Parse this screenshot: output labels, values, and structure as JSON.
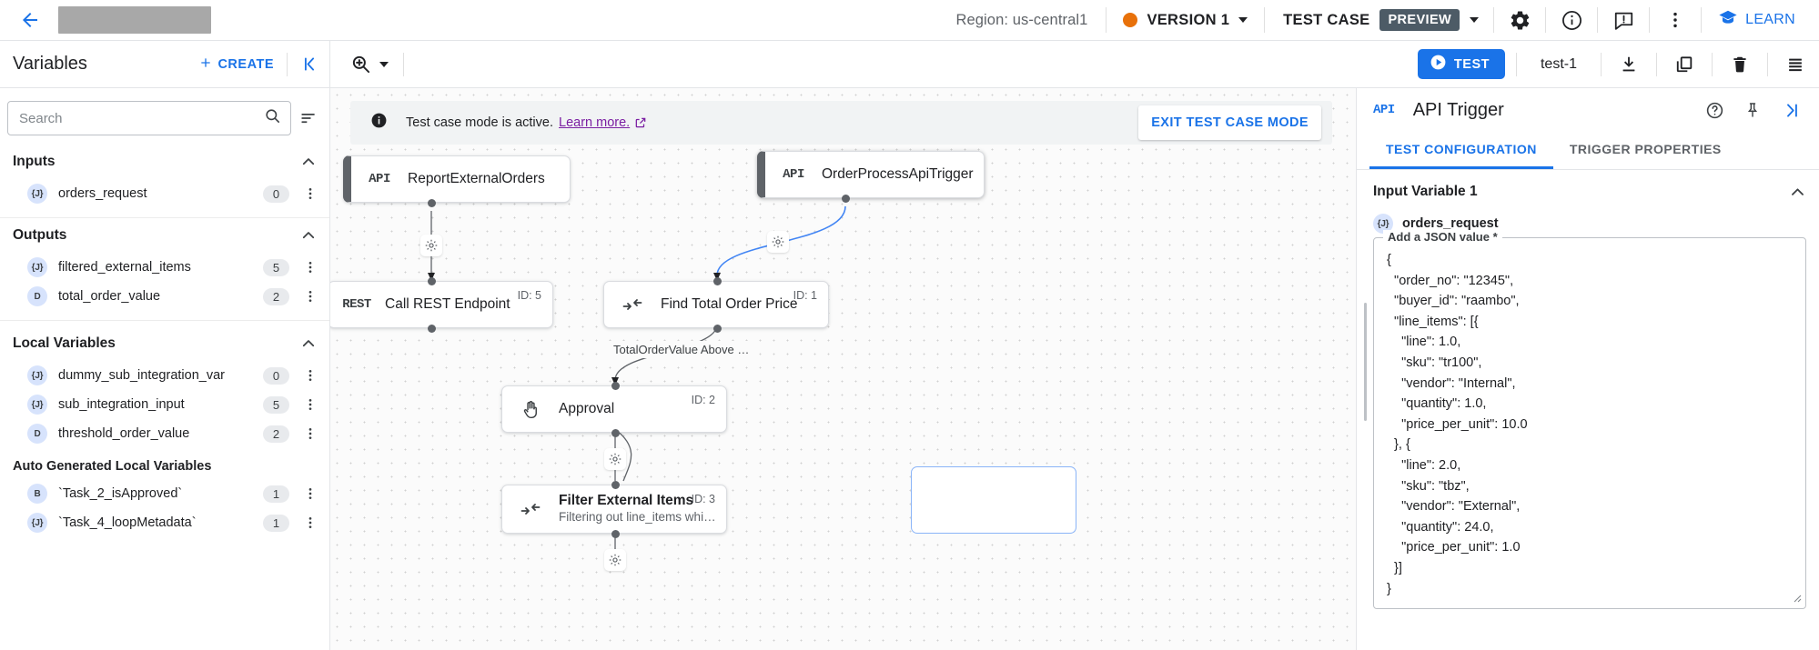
{
  "header": {
    "back_icon": "arrow-left-icon",
    "region": "Region: us-central1",
    "version_label": "VERSION 1",
    "version_color": "#e8710a",
    "test_case_label": "TEST CASE",
    "preview_badge": "PREVIEW",
    "icons": [
      "gear-icon",
      "info-icon",
      "feedback-icon",
      "more-vert-icon"
    ],
    "learn_label": "LEARN",
    "accent_color": "#1a73e8"
  },
  "variables_panel": {
    "title": "Variables",
    "create_label": "CREATE",
    "collapse_icon": "collapse-left-icon",
    "search_placeholder": "Search",
    "search_value": "",
    "sections": [
      {
        "title": "Inputs",
        "items": [
          {
            "type": "{J}",
            "name": "orders_request",
            "count": "0"
          }
        ]
      },
      {
        "title": "Outputs",
        "items": [
          {
            "type": "{J}",
            "name": "filtered_external_items",
            "count": "5"
          },
          {
            "type": "D",
            "name": "total_order_value",
            "count": "2"
          }
        ]
      },
      {
        "title": "Local Variables",
        "items": [
          {
            "type": "{J}",
            "name": "dummy_sub_integration_var",
            "count": "0"
          },
          {
            "type": "{J}",
            "name": "sub_integration_input",
            "count": "5"
          },
          {
            "type": "D",
            "name": "threshold_order_value",
            "count": "2"
          }
        ],
        "subsection": {
          "title": "Auto Generated Local Variables",
          "items": [
            {
              "type": "B",
              "name": "`Task_2_isApproved`",
              "count": "1"
            },
            {
              "type": "{J}",
              "name": "`Task_4_loopMetadata`",
              "count": "1"
            }
          ]
        }
      }
    ]
  },
  "canvas_toolbar": {
    "zoom_icon": "zoom-in-icon",
    "test_label": "TEST",
    "test_name": "test-1",
    "icons": [
      "download-icon",
      "copy-icon",
      "delete-icon",
      "logs-icon"
    ]
  },
  "canvas": {
    "banner": {
      "icon": "info-filled-icon",
      "text": "Test case mode is active.",
      "link_text": "Learn more.",
      "link_icon": "open-in-new-icon",
      "exit_label": "EXIT TEST CASE MODE"
    },
    "nodes": [
      {
        "icon_label": "API",
        "title": "ReportExternalOrders",
        "subtitle": "",
        "id_label": ""
      },
      {
        "icon_label": "API",
        "title": "OrderProcessApiTrigger",
        "subtitle": "",
        "id_label": ""
      },
      {
        "icon_label": "REST",
        "title": "Call REST Endpoint",
        "subtitle": "",
        "id_label": "ID: 5"
      },
      {
        "icon_label": "datamap",
        "title": "Find Total Order Price",
        "subtitle": "",
        "id_label": "ID: 1"
      },
      {
        "icon_label": "hand",
        "title": "Approval",
        "subtitle": "",
        "id_label": "ID: 2"
      },
      {
        "icon_label": "datamap",
        "title": "Filter External Items",
        "subtitle": "Filtering out line_items whi…",
        "id_label": "ID: 3"
      }
    ],
    "edge_label": "TotalOrderValue Above …"
  },
  "right_panel": {
    "api_tag": "API",
    "title": "API Trigger",
    "icons": [
      "help-icon",
      "pin-icon",
      "expand-right-icon"
    ],
    "tabs": [
      {
        "label": "TEST CONFIGURATION",
        "active": true
      },
      {
        "label": "TRIGGER PROPERTIES",
        "active": false
      }
    ],
    "input_variable": {
      "section_title": "Input Variable 1",
      "var_type": "{J}",
      "var_name": "orders_request",
      "field_legend": "Add a JSON value *",
      "json_lines": [
        "{",
        "  \"order_no\": \"12345\",",
        "  \"buyer_id\": \"raambo\",",
        "  \"line_items\": [{",
        "    \"line\": 1.0,",
        "    \"sku\": \"tr100\",",
        "    \"vendor\": \"Internal\",",
        "    \"quantity\": 1.0,",
        "    \"price_per_unit\": 10.0",
        "  }, {",
        "    \"line\": 2.0,",
        "    \"sku\": \"tbz\",",
        "    \"vendor\": \"External\",",
        "    \"quantity\": 24.0,",
        "    \"price_per_unit\": 1.0",
        "  }]",
        "}"
      ]
    }
  }
}
